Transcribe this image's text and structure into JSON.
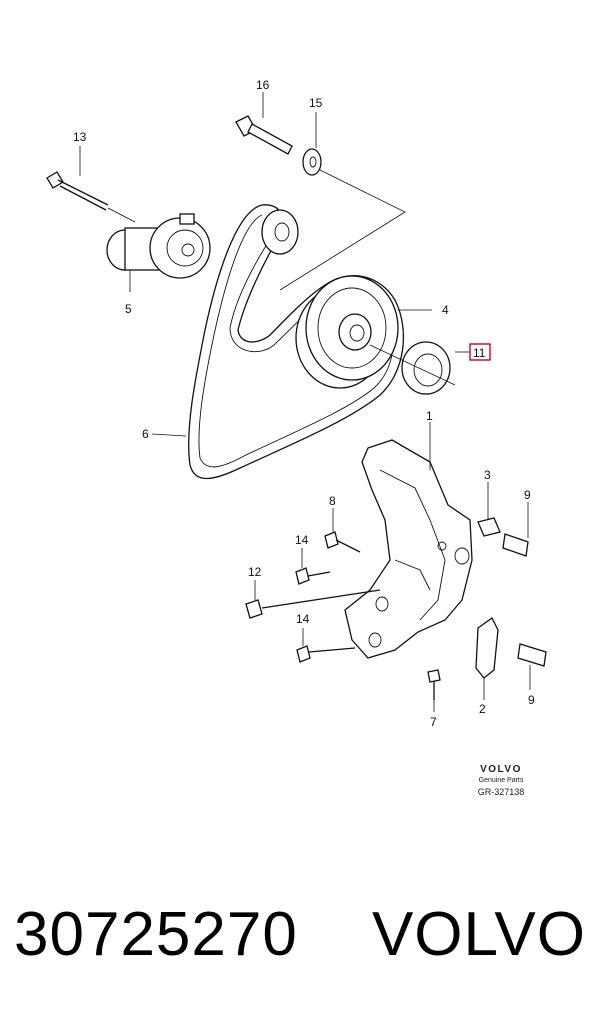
{
  "diagram": {
    "callouts": {
      "c1": "1",
      "c2": "2",
      "c3": "3",
      "c4": "4",
      "c5": "5",
      "c6": "6",
      "c7": "7",
      "c8": "8",
      "c9a": "9",
      "c9b": "9",
      "c11": "11",
      "c12": "12",
      "c13": "13",
      "c14a": "14",
      "c14b": "14",
      "c15": "15",
      "c16": "16"
    },
    "highlight_color": "#d0021b",
    "watermark": {
      "brand": "VOLVO",
      "subtitle": "Genuine Parts",
      "reference": "GR-327138"
    }
  },
  "footer": {
    "part_number": "30725270",
    "brand": "VOLVO"
  }
}
